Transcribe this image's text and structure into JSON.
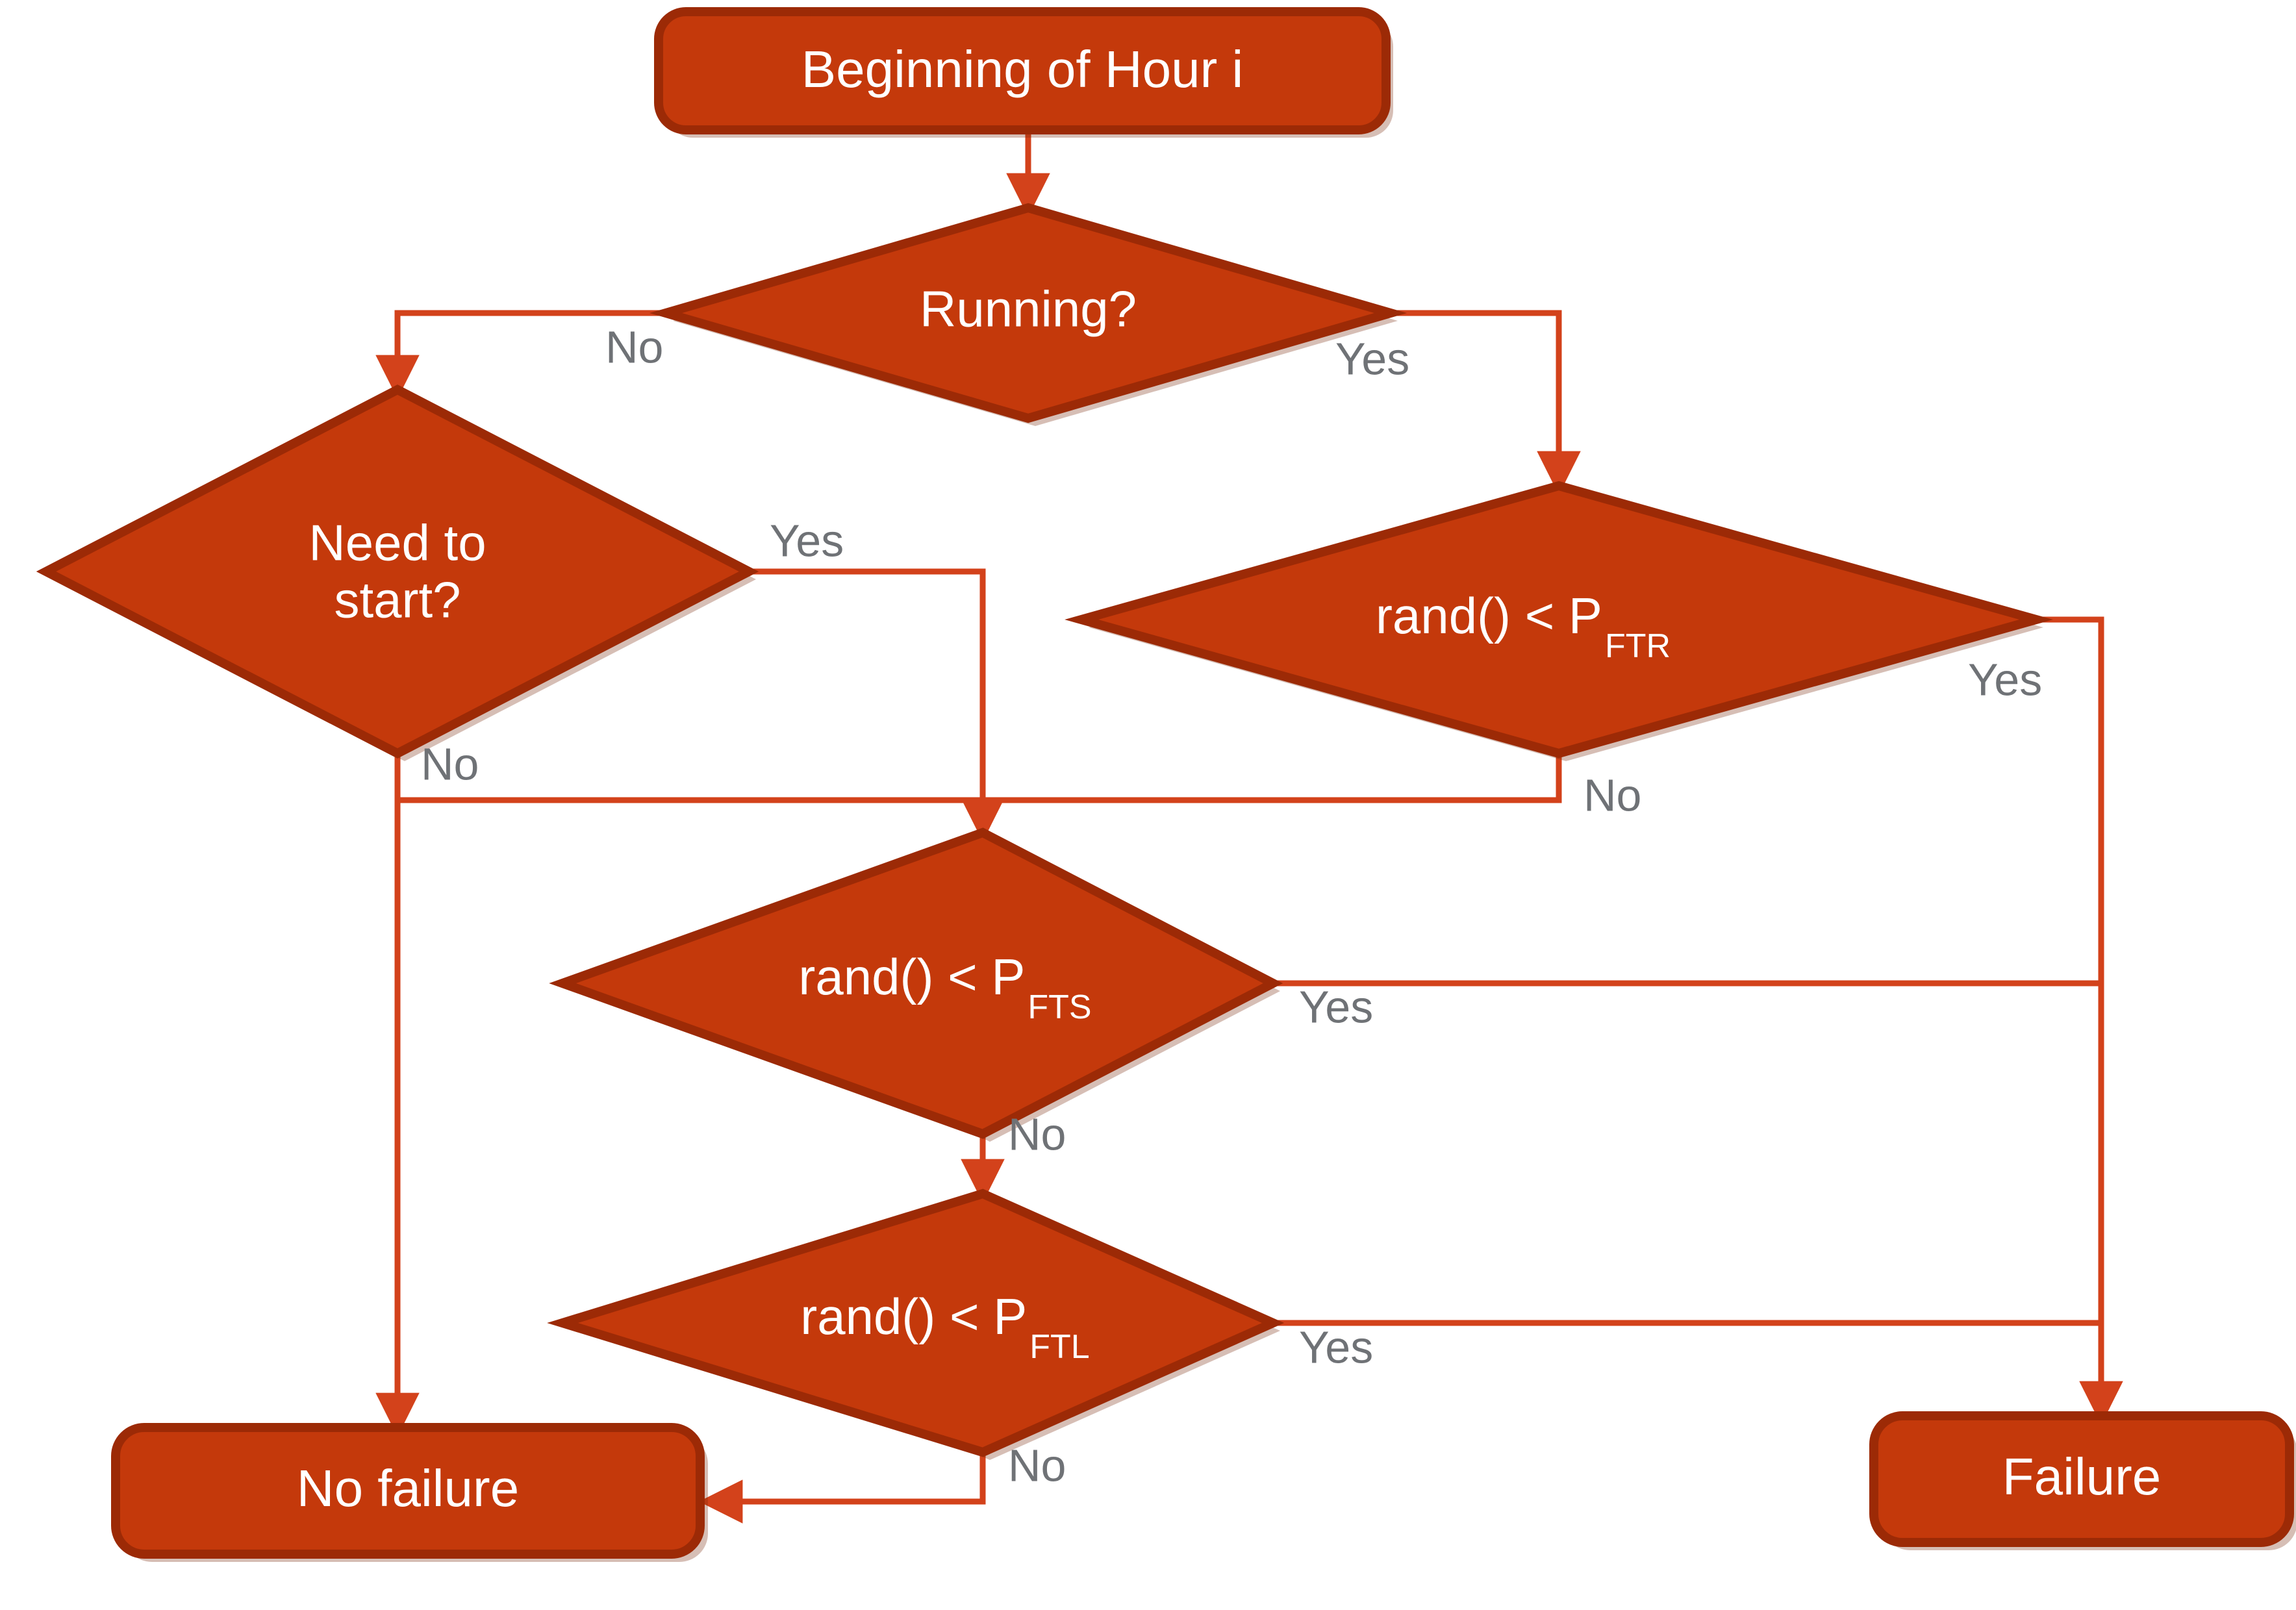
{
  "diagram": {
    "title": "Hourly failure simulation flowchart",
    "colors": {
      "node_fill": "#C4390B",
      "node_border": "#9C2A06",
      "connector": "#D3421B",
      "node_text": "#FFFFFF",
      "edge_label_text": "#6F7276",
      "background": "#FFFFFF"
    },
    "nodes": [
      {
        "id": "start",
        "type": "terminal",
        "label": "Beginning of Hour i"
      },
      {
        "id": "running",
        "type": "decision",
        "label": "Running?"
      },
      {
        "id": "need",
        "type": "decision",
        "label_line1": "Need to",
        "label_line2": "start?"
      },
      {
        "id": "ftr",
        "type": "decision",
        "label": "rand() < P",
        "subscript": "FTR"
      },
      {
        "id": "fts",
        "type": "decision",
        "label": "rand() < P",
        "subscript": "FTS"
      },
      {
        "id": "ftl",
        "type": "decision",
        "label": "rand() < P",
        "subscript": "FTL"
      },
      {
        "id": "nofail",
        "type": "terminal",
        "label": "No failure"
      },
      {
        "id": "fail",
        "type": "terminal",
        "label": "Failure"
      }
    ],
    "edges": [
      {
        "from": "start",
        "to": "running",
        "label": ""
      },
      {
        "from": "running",
        "to": "need",
        "label": "No"
      },
      {
        "from": "running",
        "to": "ftr",
        "label": "Yes"
      },
      {
        "from": "need",
        "to": "fts",
        "label": "Yes"
      },
      {
        "from": "need",
        "to": "nofail",
        "label": "No"
      },
      {
        "from": "ftr",
        "to": "fail",
        "label": "Yes"
      },
      {
        "from": "ftr",
        "to": "nofail",
        "label": "No"
      },
      {
        "from": "fts",
        "to": "fail",
        "label": "Yes"
      },
      {
        "from": "fts",
        "to": "ftl",
        "label": "No"
      },
      {
        "from": "ftl",
        "to": "fail",
        "label": "Yes"
      },
      {
        "from": "ftl",
        "to": "nofail",
        "label": "No"
      }
    ],
    "edge_labels": {
      "running_no": "No",
      "running_yes": "Yes",
      "need_yes": "Yes",
      "need_no": "No",
      "ftr_yes": "Yes",
      "ftr_no": "No",
      "fts_yes": "Yes",
      "fts_no": "No",
      "ftl_yes": "Yes",
      "ftl_no": "No"
    }
  }
}
